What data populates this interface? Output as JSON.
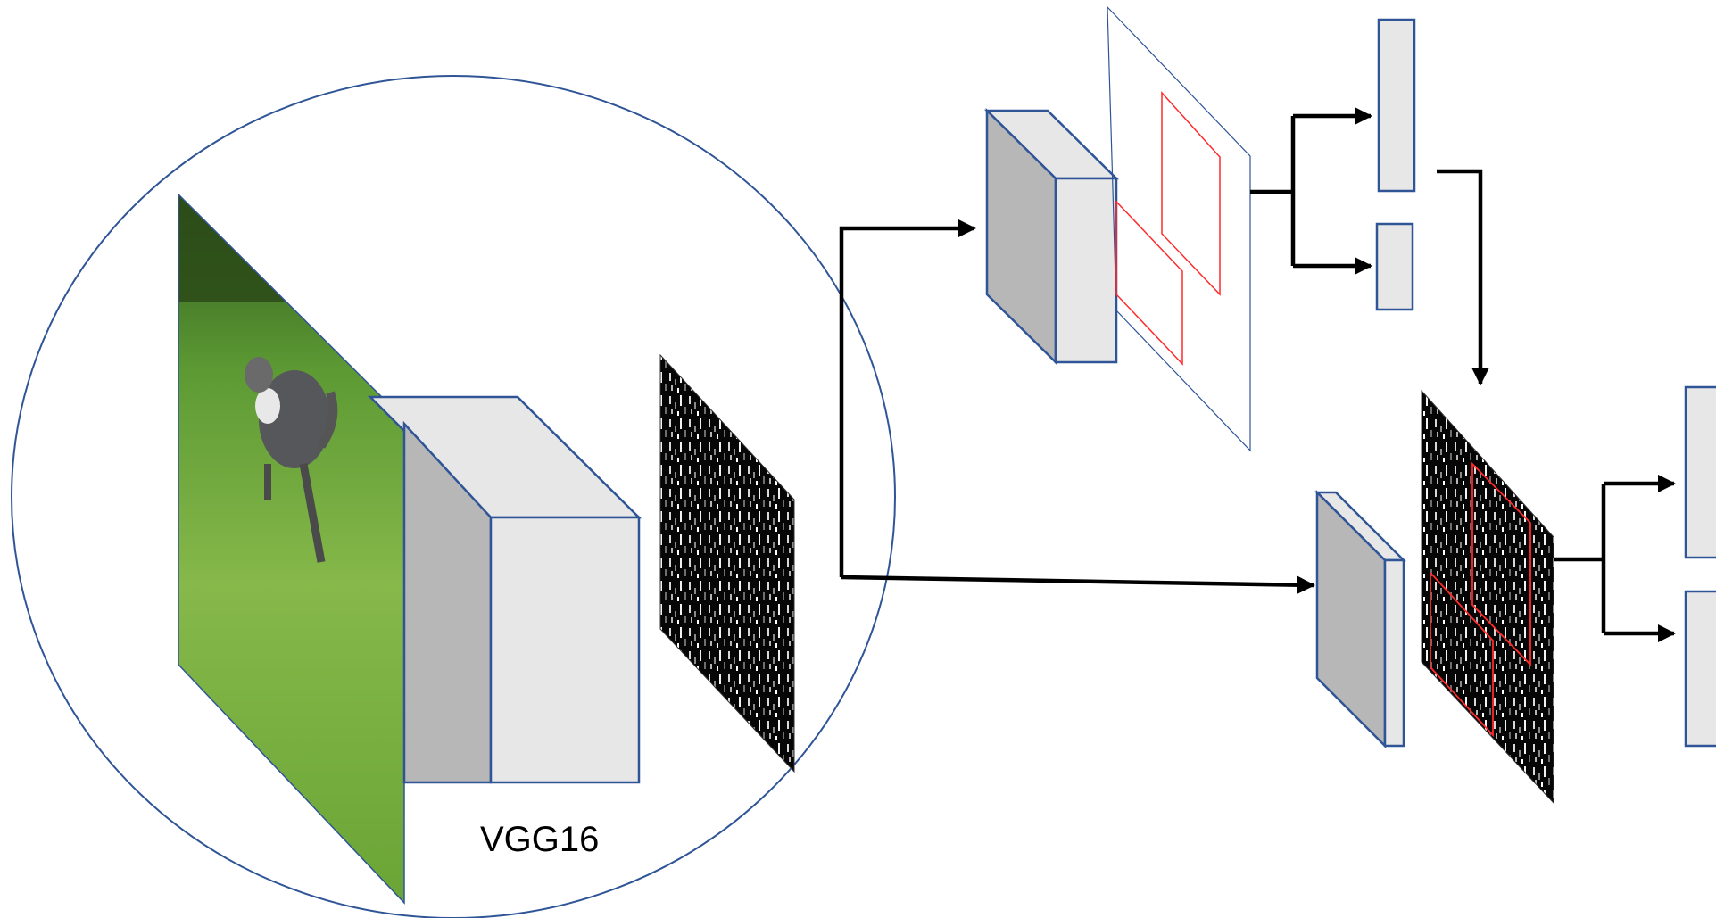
{
  "diagram": {
    "backbone_label": "VGG16"
  },
  "colors": {
    "outline": "#2f5597",
    "face_front": "#e7e7e7",
    "face_side": "#b7b7b7",
    "arrow": "#000000",
    "roi_box": "#ff2a2a",
    "feature_bg": "#060606"
  },
  "icons": [
    "input-image",
    "conv-block",
    "feature-map",
    "arrow"
  ]
}
